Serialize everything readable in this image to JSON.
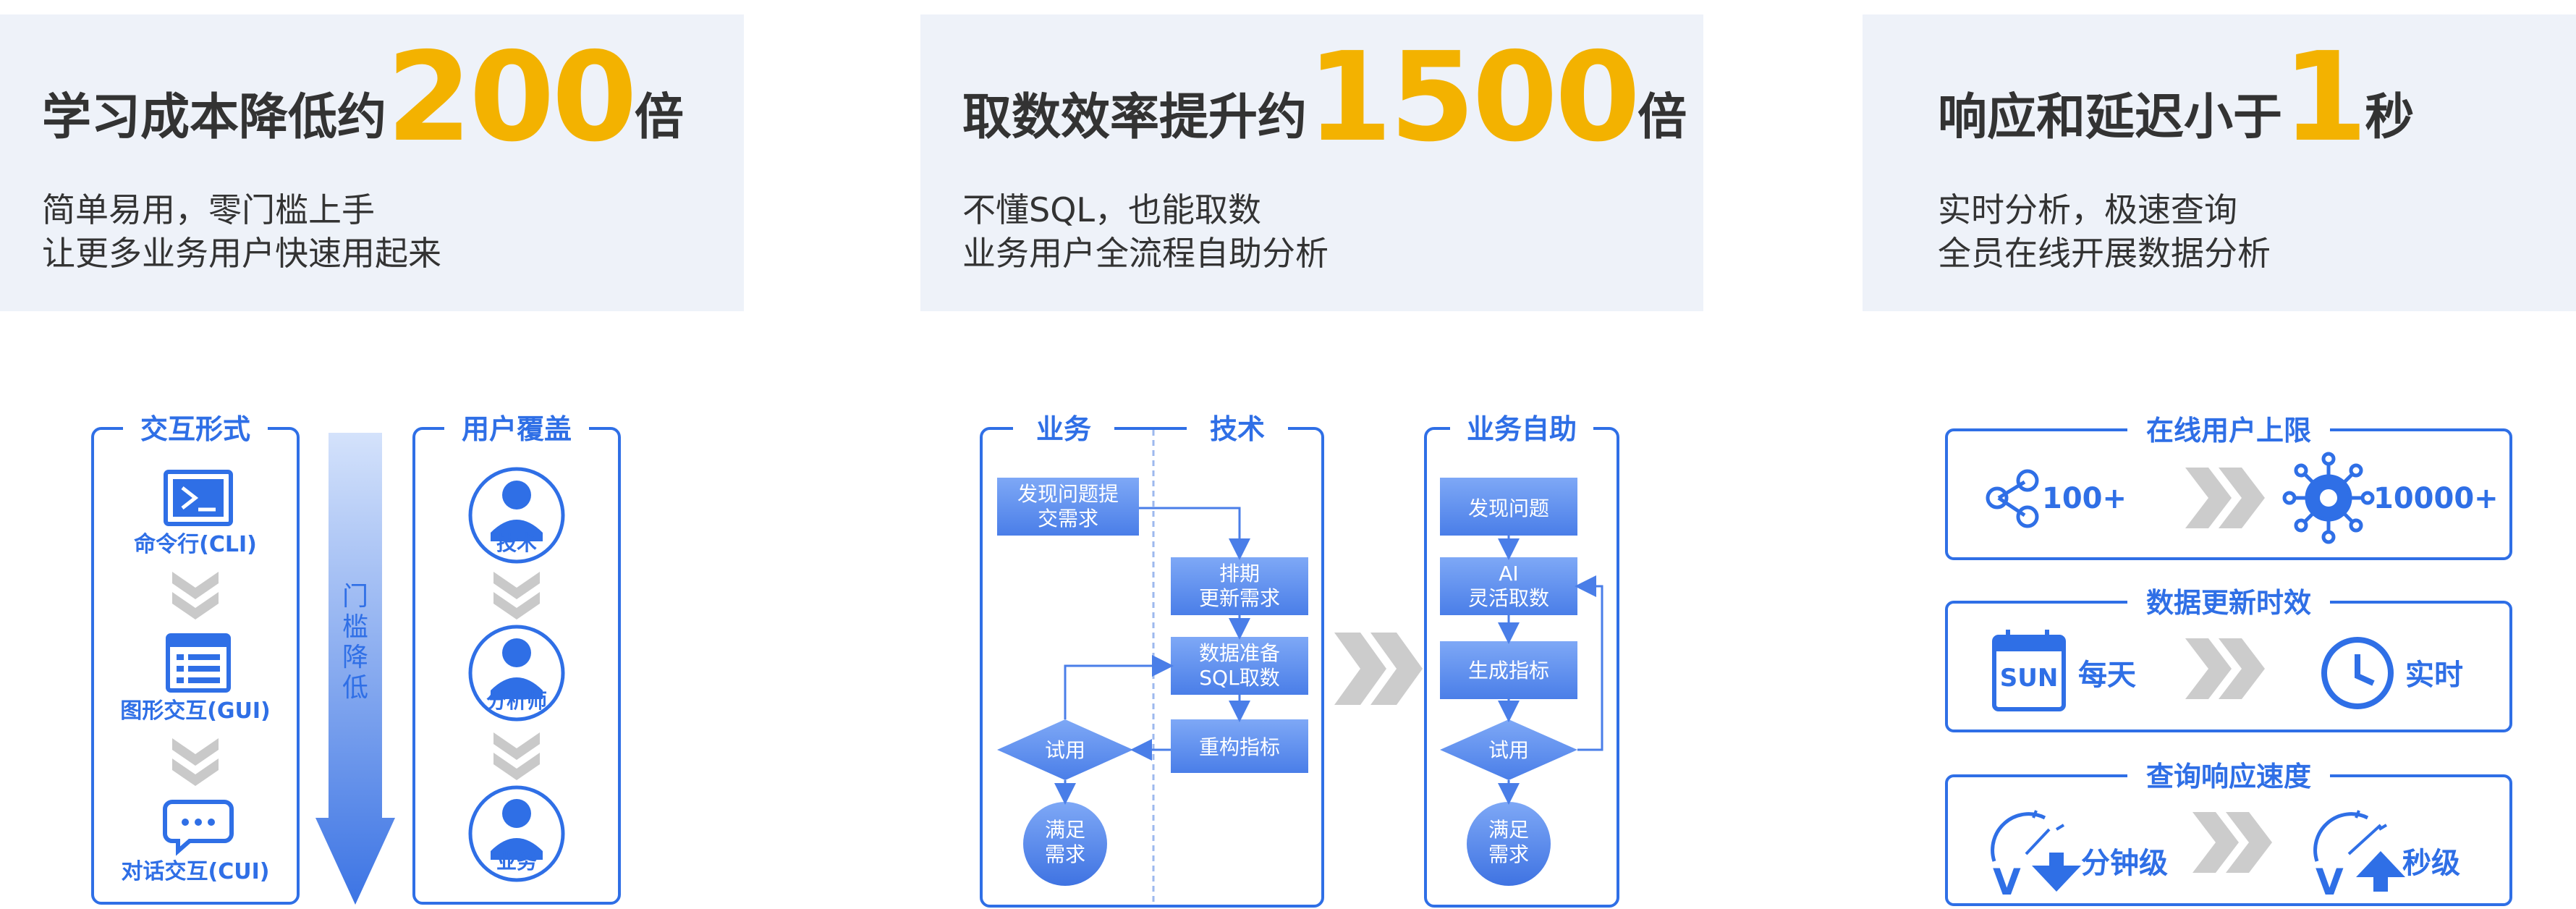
{
  "cards": [
    {
      "prefix": "学习成本降低约",
      "number": "200",
      "suffix": "倍",
      "lines": [
        "简单易用，零门槛上手",
        "让更多业务用户快速用起来"
      ]
    },
    {
      "prefix": "取数效率提升约",
      "number": "1500",
      "suffix": "倍",
      "lines": [
        "不懂SQL，也能取数",
        "业务用户全流程自助分析"
      ]
    },
    {
      "prefix": "响应和延迟小于",
      "number": "1",
      "suffix": "秒",
      "lines": [
        "实时分析，极速查询",
        "全员在线开展数据分析"
      ]
    }
  ],
  "panel1": {
    "interaction_title": "交互形式",
    "arrow_label": "门槛降低",
    "coverage_title": "用户覆盖",
    "modes": [
      "命令行(CLI)",
      "图形交互(GUI)",
      "对话交互(CUI)"
    ],
    "users": [
      "技术",
      "分析师",
      "业务"
    ]
  },
  "panel2": {
    "business_title": "业务",
    "tech_title": "技术",
    "selfservice_title": "业务自助",
    "left_steps": {
      "submit": [
        "发现问题提",
        "交需求"
      ],
      "schedule": [
        "排期",
        "更新需求"
      ],
      "prepare": [
        "数据准备",
        "SQL取数"
      ],
      "rebuild": "重构指标",
      "trial": "试用",
      "satisfy": [
        "满足",
        "需求"
      ]
    },
    "right_steps": {
      "discover": "发现问题",
      "ai": [
        "AI",
        "灵活取数"
      ],
      "generate": "生成指标",
      "trial": "试用",
      "satisfy": [
        "满足",
        "需求"
      ]
    }
  },
  "panel3": {
    "users_title": "在线用户上限",
    "users_from": "100+",
    "users_to": "10000+",
    "update_title": "数据更新时效",
    "update_from": "每天",
    "update_to": "实时",
    "calendar_text": "SUN",
    "query_title": "查询响应速度",
    "query_from": "分钟级",
    "query_to": "秒级",
    "gauge_letter": "V"
  },
  "colors": {
    "accent": "#2f6fe6",
    "highlight": "#f3b200",
    "card_bg": "#eef2f9",
    "chevron": "#c9c9c9"
  }
}
